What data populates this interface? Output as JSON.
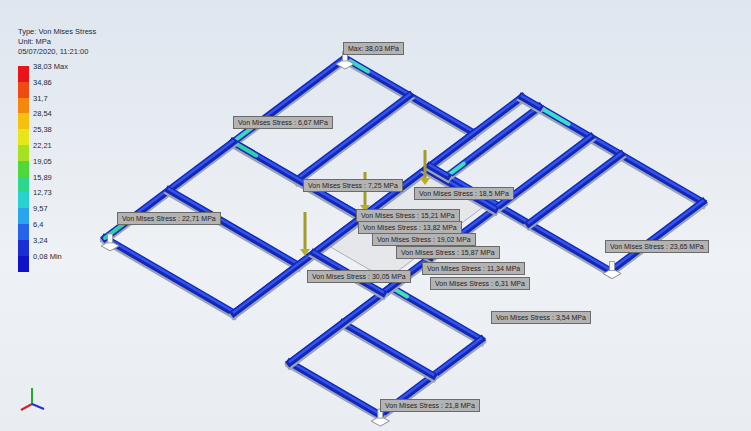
{
  "diagram": {
    "nodes": [
      {
        "text": [
          "Max: 38,03 MPa"
        ]
      },
      {
        "text": [
          "Von Mises Stress : 6,67 MPa"
        ]
      },
      {
        "text": [
          "Von Mises Stress : 7,25 MPa"
        ]
      },
      {
        "text": [
          "Von Mises Stress : 18,5 MPa"
        ]
      },
      {
        "text": [
          "Von Mises Stress : 22,71 MPa"
        ]
      },
      {
        "text": [
          "Von Mises Stress : 15,21 MPa"
        ]
      },
      {
        "text": [
          "Von Mises Stress : 13,82 MPa"
        ]
      },
      {
        "text": [
          "Von Mises Stress : 19,02 MPa"
        ]
      },
      {
        "text": [
          "Von Mises Stress : 15,87 MPa"
        ]
      },
      {
        "text": [
          "Von Mises Stress : 23,65 MPa"
        ]
      },
      {
        "text": [
          "Von Mises Stress : 30,05 MPa"
        ]
      },
      {
        "text": [
          "Von Mises Stress : 11,34 MPa"
        ]
      },
      {
        "text": [
          "Von Mises Stress : 6,31 MPa"
        ]
      },
      {
        "text": [
          "Von Mises Stress : 3,54 MPa"
        ]
      },
      {
        "text": [
          "Von Mises Stress : 21,8 MPa"
        ]
      }
    ],
    "edges": [],
    "labels": [
      "Type: Von Mises Stress",
      "Unit: MPa",
      "05/07/2020, 11:21:00"
    ],
    "legend": [
      {
        "text": "38,03 Max",
        "color": "#e8141a"
      },
      {
        "text": "34,86",
        "color": "#f04a12"
      },
      {
        "text": "31,7",
        "color": "#f5870f"
      },
      {
        "text": "28,54",
        "color": "#f5c10e"
      },
      {
        "text": "25,38",
        "color": "#e6e619"
      },
      {
        "text": "22,21",
        "color": "#a6e21f"
      },
      {
        "text": "19,05",
        "color": "#4fd83a"
      },
      {
        "text": "15,89",
        "color": "#2cd68a"
      },
      {
        "text": "12,73",
        "color": "#28d2d0"
      },
      {
        "text": "9,57",
        "color": "#2aa4ec"
      },
      {
        "text": "6,4",
        "color": "#2762ea"
      },
      {
        "text": "3,24",
        "color": "#1a2dd6"
      },
      {
        "text": "0,08 Min",
        "color": "#0f12c8"
      }
    ]
  }
}
